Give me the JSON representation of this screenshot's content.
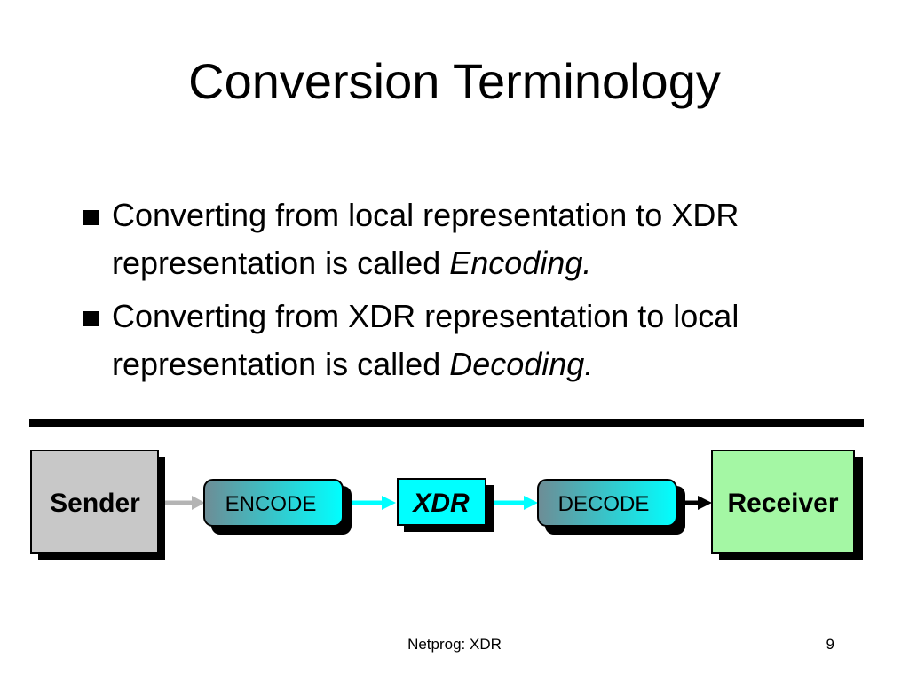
{
  "slide": {
    "title": "Conversion Terminology",
    "bullets": [
      {
        "text": "Converting from local representation to XDR representation is called ",
        "term": "Encoding."
      },
      {
        "text": "Converting from XDR representation to local representation is called ",
        "term": "Decoding."
      }
    ]
  },
  "diagram": {
    "sender": "Sender",
    "encode": "ENCODE",
    "xdr": "XDR",
    "decode": "DECODE",
    "receiver": "Receiver"
  },
  "footer": {
    "caption": "Netprog: XDR",
    "page": "9"
  },
  "colors": {
    "sender_fill": "#c8c8c8",
    "receiver_fill": "#a4f7a4",
    "xdr_fill": "#00ffff",
    "gradient_start": "#6e8c95",
    "gradient_end": "#00ffff",
    "arrow_grey": "#b4b4b4",
    "arrow_cyan": "#00ffff",
    "arrow_black": "#000000"
  }
}
